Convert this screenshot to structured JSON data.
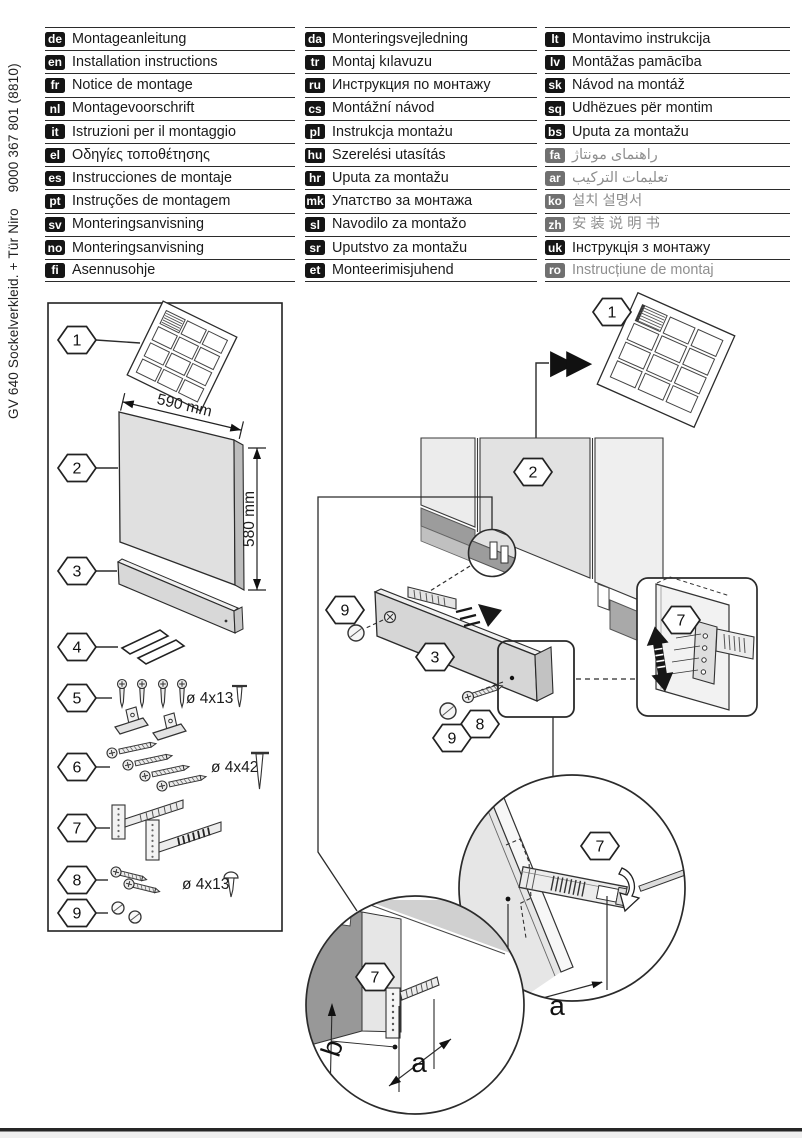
{
  "sidebar": {
    "vertical_text": "GV 640 Sockelverkleid. + Tür Niro    9000 367 801 (8810)"
  },
  "language_table": {
    "columns": [
      {
        "entries": [
          {
            "code": "de",
            "label": "Montageanleitung"
          },
          {
            "code": "en",
            "label": "Installation instructions"
          },
          {
            "code": "fr",
            "label": "Notice de montage"
          },
          {
            "code": "nl",
            "label": "Montagevoorschrift"
          },
          {
            "code": "it",
            "label": "Istruzioni per il montaggio"
          },
          {
            "code": "el",
            "label": "Οδηγίες τοποθέτησης"
          },
          {
            "code": "es",
            "label": "Instrucciones de montaje"
          },
          {
            "code": "pt",
            "label": "Instruções de montagem"
          },
          {
            "code": "sv",
            "label": "Monteringsanvisning"
          },
          {
            "code": "no",
            "label": "Monteringsanvisning"
          },
          {
            "code": "fi",
            "label": "Asennusohje"
          }
        ]
      },
      {
        "entries": [
          {
            "code": "da",
            "label": "Monteringsvejledning"
          },
          {
            "code": "tr",
            "label": "Montaj kılavuzu"
          },
          {
            "code": "ru",
            "label": "Инструкция по монтажу"
          },
          {
            "code": "cs",
            "label": "Montážní návod"
          },
          {
            "code": "pl",
            "label": "Instrukcja montażu"
          },
          {
            "code": "hu",
            "label": "Szerelési utasítás"
          },
          {
            "code": "hr",
            "label": "Uputa za montažu"
          },
          {
            "code": "mk",
            "label": "Упатство за монтажа"
          },
          {
            "code": "sl",
            "label": "Navodilo za montažo"
          },
          {
            "code": "sr",
            "label": "Uputstvo za montažu"
          },
          {
            "code": "et",
            "label": "Monteerimisjuhend"
          }
        ]
      },
      {
        "entries": [
          {
            "code": "lt",
            "label": "Montavimo instrukcija"
          },
          {
            "code": "lv",
            "label": "Montāžas pamācība"
          },
          {
            "code": "sk",
            "label": "Návod na montáž"
          },
          {
            "code": "sq",
            "label": "Udhëzues për montim"
          },
          {
            "code": "bs",
            "label": "Uputa za montažu"
          },
          {
            "code": "fa",
            "label": "راهنمای مونتاژ",
            "light": true
          },
          {
            "code": "ar",
            "label": "تعليمات التركيب",
            "light": true
          },
          {
            "code": "ko",
            "label": "설치 설명서",
            "light": true
          },
          {
            "code": "zh",
            "label": "安 装 说 明 书",
            "light": true
          },
          {
            "code": "uk",
            "label": "Інструкція з монтажу"
          },
          {
            "code": "ro",
            "label": "Instrucțiune de montaj",
            "light": true
          }
        ]
      }
    ]
  },
  "steps": {
    "s1": "1",
    "s2": "2",
    "s3": "3",
    "s4": "4",
    "s5": "5",
    "s6": "6",
    "s7": "7",
    "s8": "8",
    "s9": "9"
  },
  "dimensions": {
    "door_width": "590 mm",
    "door_height": "580 mm",
    "a": "a",
    "b": "b"
  },
  "part_sizes": {
    "item5": "ø 4x13",
    "item6": "ø 4x42",
    "item8": "ø 4x13"
  },
  "diagram": {
    "fast_forward": "▶▶"
  }
}
